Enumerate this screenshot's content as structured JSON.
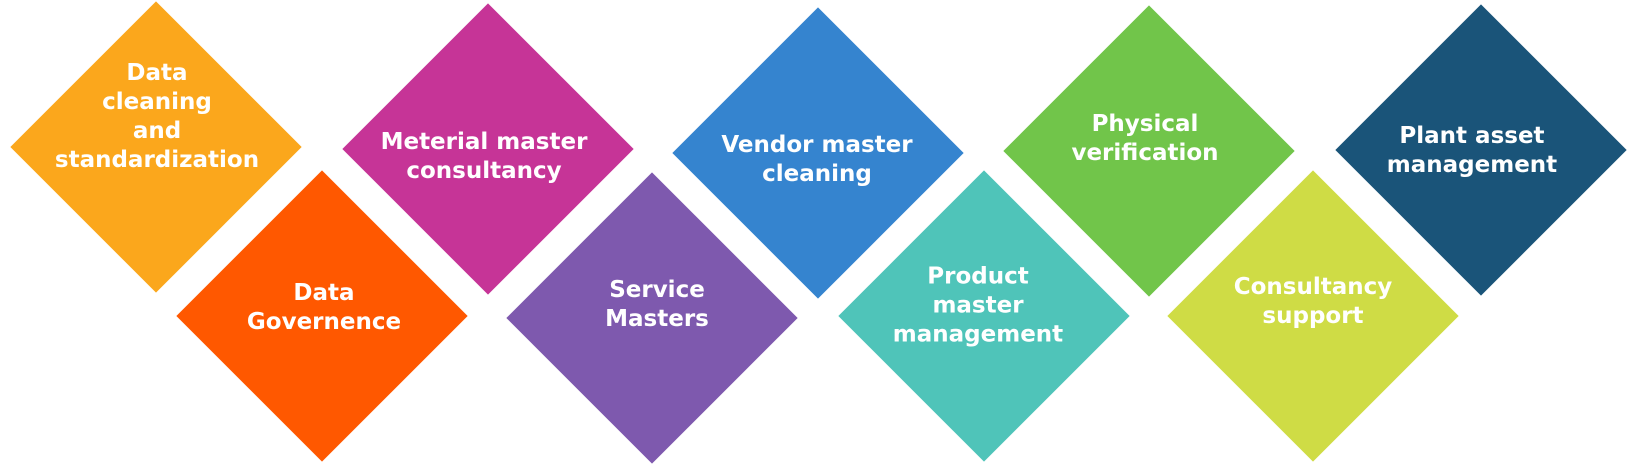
{
  "tiles": [
    {
      "label": "Data\ncleaning\nand\nstandardization",
      "color": "#FBA71C"
    },
    {
      "label": "Data\nGovernence",
      "color": "#FF5800"
    },
    {
      "label": "Meterial master\nconsultancy",
      "color": "#C63497"
    },
    {
      "label": "Service\nMasters",
      "color": "#7E59AE"
    },
    {
      "label": "Vendor master\ncleaning",
      "color": "#3584CF"
    },
    {
      "label": "Product\nmaster\nmanagement",
      "color": "#4FC4B9"
    },
    {
      "label": "Physical\nverification",
      "color": "#71C54A"
    },
    {
      "label": "Consultancy\nsupport",
      "color": "#CFDC45"
    },
    {
      "label": "Plant asset\nmanagement",
      "color": "#1A5479"
    }
  ]
}
